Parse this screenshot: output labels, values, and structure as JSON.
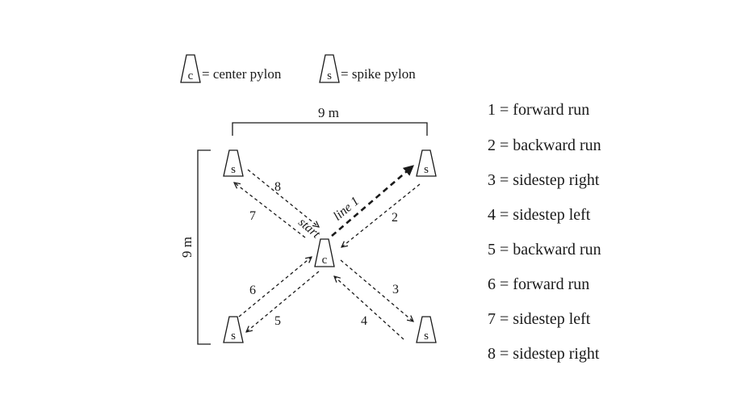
{
  "legend": {
    "center_symbol": "c",
    "center_label": "= center pylon",
    "spike_symbol": "s",
    "spike_label": "= spike pylon"
  },
  "dimensions": {
    "width": "9 m",
    "height": "9 m"
  },
  "labels": {
    "start": "start",
    "line": "line 1"
  },
  "pylons": {
    "center": "c",
    "top_left": "s",
    "top_right": "s",
    "bottom_left": "s",
    "bottom_right": "s"
  },
  "path_numbers": [
    "1",
    "2",
    "3",
    "4",
    "5",
    "6",
    "7",
    "8"
  ],
  "steps": [
    {
      "number": "1",
      "movement": "forward run"
    },
    {
      "number": "2",
      "movement": "backward run"
    },
    {
      "number": "3",
      "movement": "sidestep right"
    },
    {
      "number": "4",
      "movement": "sidestep left"
    },
    {
      "number": "5",
      "movement": "backward run"
    },
    {
      "number": "6",
      "movement": "forward run"
    },
    {
      "number": "7",
      "movement": "sidestep left"
    },
    {
      "number": "8",
      "movement": "sidestep right"
    }
  ]
}
